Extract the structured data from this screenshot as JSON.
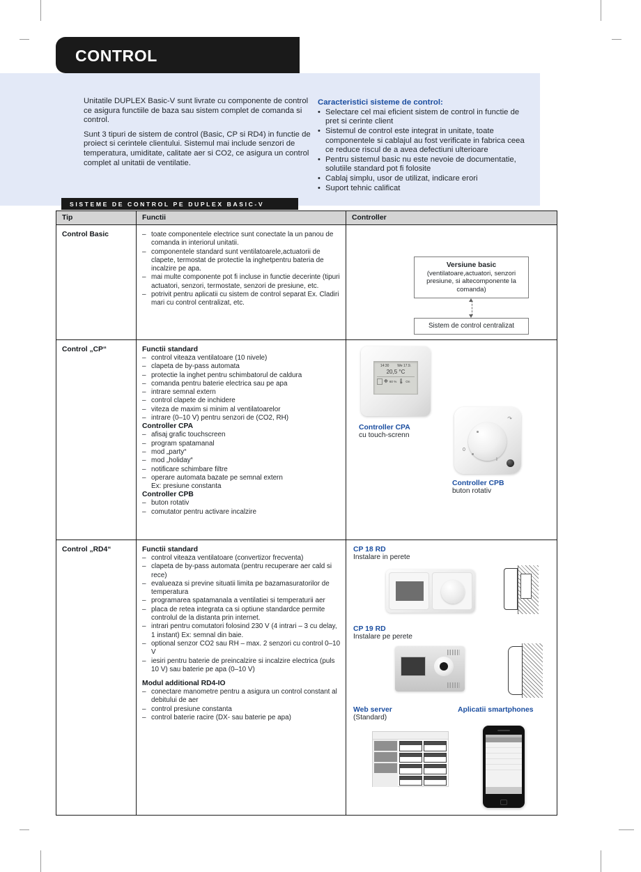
{
  "page": {
    "title": "CONTROL",
    "section_strip": "SISTEME DE CONTROL PE DUPLEX BASIC-V",
    "accent_blue": "#1b4ea0",
    "panel_blue": "#e3e9f7",
    "banner_black": "#1a1a1a"
  },
  "intro": {
    "paragraphs": [
      "Unitatile DUPLEX Basic-V sunt livrate cu componente de control ce asigura functiile de baza sau sistem complet de comanda si control.",
      "Sunt 3 tipuri de sistem de control (Basic, CP si RD4) in functie de proiect si cerintele clientului. Sistemul mai include senzori de temperatura, umiditate, calitate aer si CO2, ce asigura un control complet al unitatii de ventilatie."
    ],
    "features_heading": "Caracteristici sisteme de control:",
    "features": [
      "Selectare cel mai eficient sistem de control in functie de pret si cerinte client",
      "Sistemul de control este integrat in unitate, toate componentele si cablajul au fost verificate in fabrica ceea ce reduce riscul de a avea defectiuni ulterioare",
      "Pentru sistemul basic nu este nevoie de documentatie, solutiile standard pot fi folosite",
      "Cablaj simplu, usor de utilizat, indicare erori",
      "Suport tehnic calificat"
    ]
  },
  "table": {
    "headers": {
      "tip": "Tip",
      "functii": "Functii",
      "controller": "Controller"
    },
    "rows": [
      {
        "type": "Control Basic",
        "items": [
          "toate componentele electrice sunt conectate la un panou de comanda in interiorul unitatii.",
          "componentele standard sunt ventilatoarele,actuatorii de clapete, termostat de protectie la inghetpentru bateria de incalzire pe apa.",
          "mai multe componente pot fi incluse in functie decerinte (tipuri actuatori, senzori, termostate, senzori de presiune, etc.",
          "potrivit pentru aplicatii cu sistem de control separat Ex. Cladiri mari cu control centralizat, etc."
        ]
      },
      {
        "type": "Control „CP“",
        "heading1": "Functii standard",
        "items1": [
          "control viteaza ventilatoare (10 nivele)",
          "clapeta de by-pass automata",
          "protectie la inghet pentru schimbatorul de caldura",
          "comanda pentru baterie electrica sau pe apa",
          "intrare semnal extern",
          "control clapete de inchidere",
          "viteza de maxim si minim al ventilatoarelor",
          "intrare (0–10 V) pentru senzori de (CO2, RH)"
        ],
        "heading2": "Controller CPA",
        "items2": [
          "afisaj grafic touchscreen",
          "program spatamanal",
          "mod „party“",
          "mod „holiday“",
          "notificare schimbare filtre",
          "operare automata bazate pe semnal extern",
          "Ex: presiune constanta"
        ],
        "heading3": "Controller CPB",
        "items3": [
          "buton rotativ",
          "comutator pentru activare incalzire"
        ]
      },
      {
        "type": "Control „RD4“",
        "heading1": "Functii standard",
        "items1": [
          "control viteaza ventilatoare (convertizor frecventa)",
          "clapeta de by-pass automata (pentru recuperare aer cald si rece)",
          "evalueaza si previne situatii limita pe bazamasuratorilor de temperatura",
          "programarea spatamanala a ventilatiei si temperaturii aer",
          "placa de retea integrata ca si optiune standardce permite controlul de la distanta prin internet.",
          "intrari pentru comutatori folosind 230 V (4 intrari – 3 cu delay, 1 instant) Ex: semnal din baie.",
          "optional senzor CO2 sau RH – max. 2 senzori cu control 0–10 V",
          "iesiri pentru baterie de preincalzire si incalzire electrica (puls 10 V) sau baterie pe apa (0–10 V)"
        ],
        "heading2": "Modul additional RD4-IO",
        "items2": [
          "conectare manometre pentru a asigura un control constant al debitului de aer",
          "control presiune constanta",
          "control baterie racire (DX- sau baterie pe apa)"
        ]
      }
    ]
  },
  "diagram": {
    "box1_title": "Versiune basic",
    "box1_body": "(ventilatoare,actuatori, senzori presiune, si altecomponente la comanda)",
    "box2": "Sistem de control centralizat"
  },
  "devices": {
    "cpa": {
      "caption": "Controller CPA",
      "subcaption": "cu touch-screnn",
      "screen": {
        "time": "14:30",
        "date": "We 17.9.",
        "temp": "20,5 °C",
        "fan": "60 %",
        "state": "On"
      }
    },
    "cpb": {
      "caption": "Controller CPB",
      "subcaption": "buton rotativ",
      "min_mark": "0",
      "max_mark": "I"
    },
    "cp18": {
      "caption": "CP 18 RD",
      "subcaption": "Instalare in perete"
    },
    "cp19": {
      "caption": "CP 19 RD",
      "subcaption": "Instalare pe perete"
    },
    "web": {
      "caption": "Web server",
      "subcaption": "(Standard)"
    },
    "app": {
      "caption": "Aplicatii smartphones"
    }
  }
}
